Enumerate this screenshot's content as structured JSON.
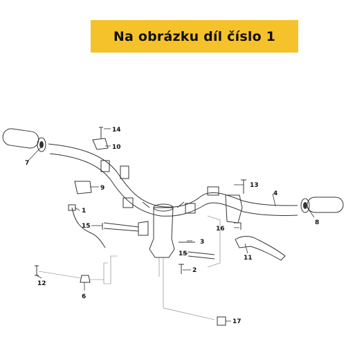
{
  "banner": {
    "text": "Na obrázku díl číslo 1"
  },
  "callouts": [
    {
      "id": "c1",
      "label": "1"
    },
    {
      "id": "c2",
      "label": "2"
    },
    {
      "id": "c3",
      "label": "3"
    },
    {
      "id": "c4",
      "label": "4"
    },
    {
      "id": "c6",
      "label": "6"
    },
    {
      "id": "c7",
      "label": "7"
    },
    {
      "id": "c8",
      "label": "8"
    },
    {
      "id": "c9",
      "label": "9"
    },
    {
      "id": "c10",
      "label": "10"
    },
    {
      "id": "c11",
      "label": "11"
    },
    {
      "id": "c12",
      "label": "12"
    },
    {
      "id": "c13",
      "label": "13"
    },
    {
      "id": "c14",
      "label": "14"
    },
    {
      "id": "c15a",
      "label": "15"
    },
    {
      "id": "c15b",
      "label": "15"
    },
    {
      "id": "c16",
      "label": "16"
    },
    {
      "id": "c17",
      "label": "17"
    }
  ]
}
